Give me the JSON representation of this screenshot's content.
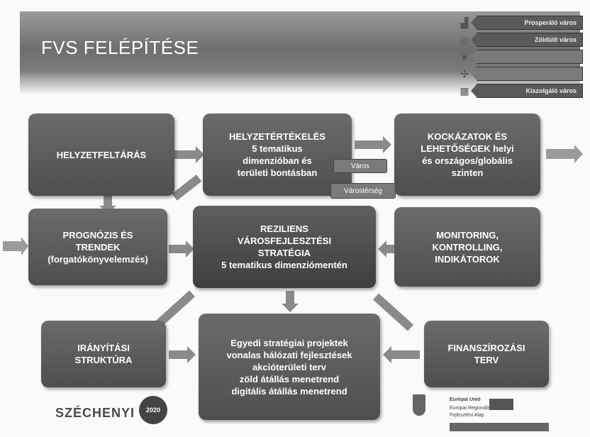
{
  "slide": {
    "title": "FVS FELÉPÍTÉSE"
  },
  "themes": [
    {
      "label": "Prosperáló város",
      "icon": "city-icon"
    },
    {
      "label": "Zöldülő város",
      "icon": "globe-icon"
    },
    {
      "label": "",
      "icon": "leaf-icon"
    },
    {
      "label": "",
      "icon": "people-icon"
    },
    {
      "label": "Kiszolgáló város",
      "icon": "building-icon"
    }
  ],
  "boxes": {
    "helyzetfeltaras": "HELYZETFELTÁRÁS",
    "helyzetertekeles": [
      "HELYZETÉRTÉKELÉS",
      "5 tematikus",
      "dimenzióban és",
      "területi bontásban"
    ],
    "kockazatok": [
      "KOCKÁZATOK ÉS",
      "LEHETŐSÉGEK helyi",
      "és országos/globális",
      "szinten"
    ],
    "prognozis": [
      "PROGNÓZIS ÉS",
      "TRENDEK",
      "(forgatókönyvelemzés)"
    ],
    "reziliens": [
      "REZILIENS",
      "VÁROSFEJLESZTÉSI",
      "STRATÉGIA",
      "5 tematikus dimenziómentén"
    ],
    "monitoring": [
      "MONITORING,",
      "KONTROLLING,",
      "INDIKÁTOROK"
    ],
    "iranyitasi": [
      "IRÁNYÍTÁSI",
      "STRUKTÚRA"
    ],
    "egyedi": [
      "Egyedi stratégiai projektek",
      "vonalas hálózati fejlesztések",
      "akcióterületi terv",
      "zöld átállás menetrend",
      "digitális átállás menetrend"
    ],
    "finanszirozasi": [
      "FINANSZÍROZÁSI",
      "TERV"
    ]
  },
  "tags": {
    "varos": "Város",
    "varostersegi": "Várostérség"
  },
  "footer": {
    "brand": "SZÉCHENYI",
    "brand_badge": "2020",
    "eu_line1": "Európai Unió",
    "eu_line2": "Európai Regionális",
    "eu_line3": "Fejlesztési Alap"
  }
}
